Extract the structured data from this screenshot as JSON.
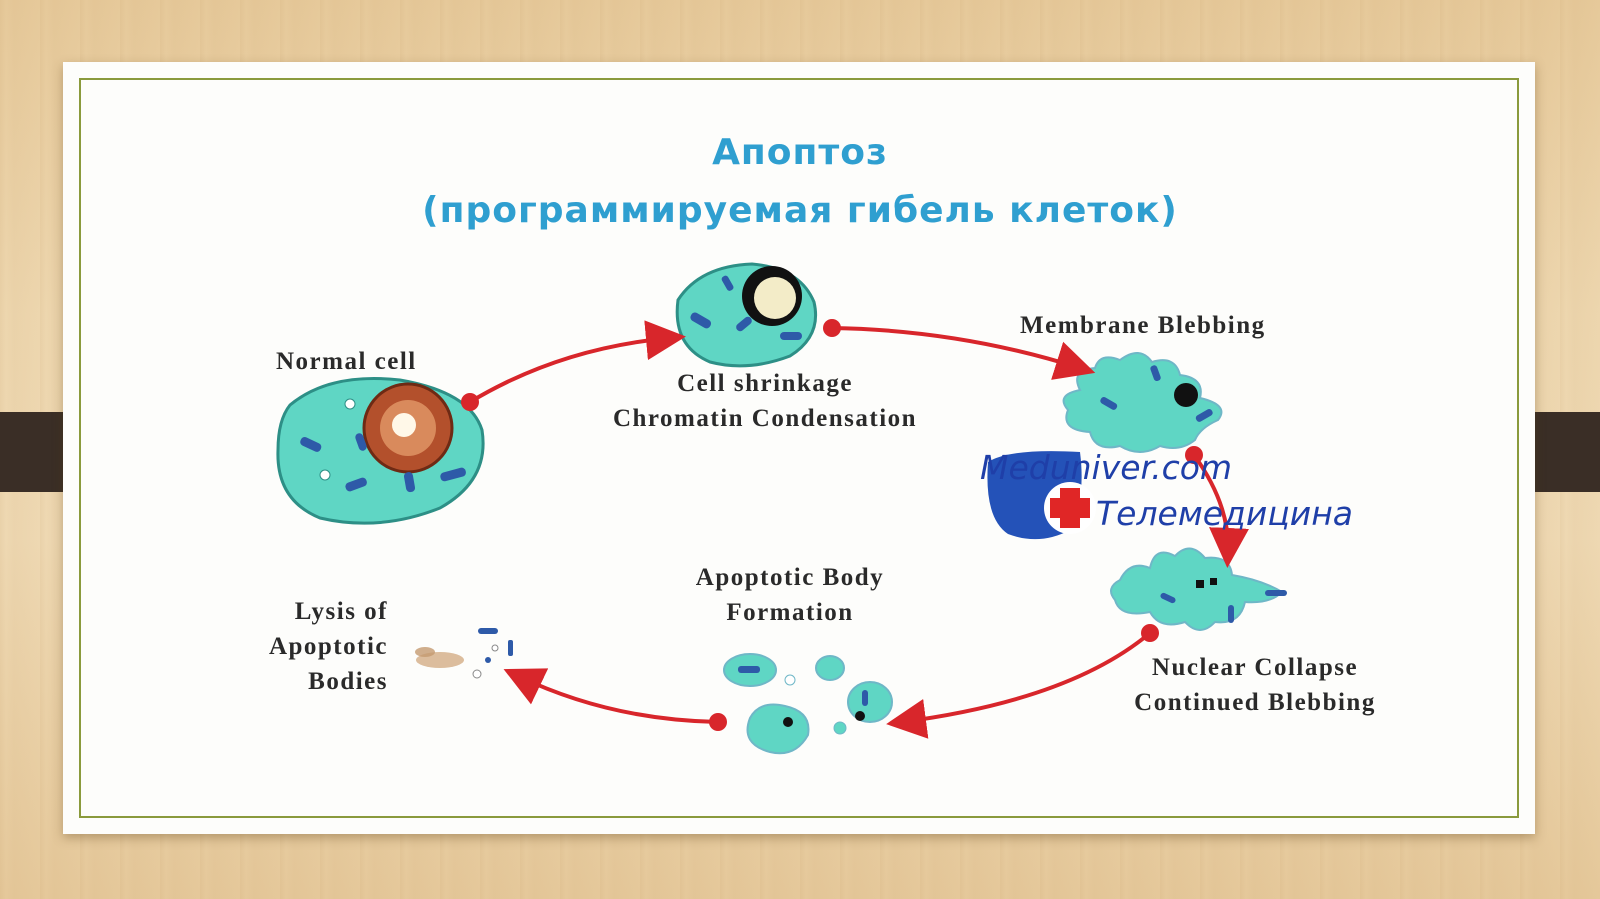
{
  "title": {
    "main": "Апоптоз",
    "subtitle": "(программируемая гибель клеток)"
  },
  "stages": {
    "normal_cell": "Normal cell",
    "shrinkage_line1": "Cell shrinkage",
    "shrinkage_line2": "Chromatin Condensation",
    "blebbing": "Membrane Blebbing",
    "collapse_line1": "Nuclear Collapse",
    "collapse_line2": "Continued Blebbing",
    "body_line1": "Apoptotic Body",
    "body_line2": "Formation",
    "lysis_line1": "Lysis of",
    "lysis_line2": "Apoptotic",
    "lysis_line3": "Bodies"
  },
  "watermark": {
    "line1": "Meduniver.com",
    "line2": "Телемедицина"
  },
  "colors": {
    "title": "#2f9fd0",
    "arrow": "#d8262b",
    "cell_fill": "#5fd6c4",
    "nucleus": "#b3502c",
    "frame": "#8a9a3c"
  }
}
